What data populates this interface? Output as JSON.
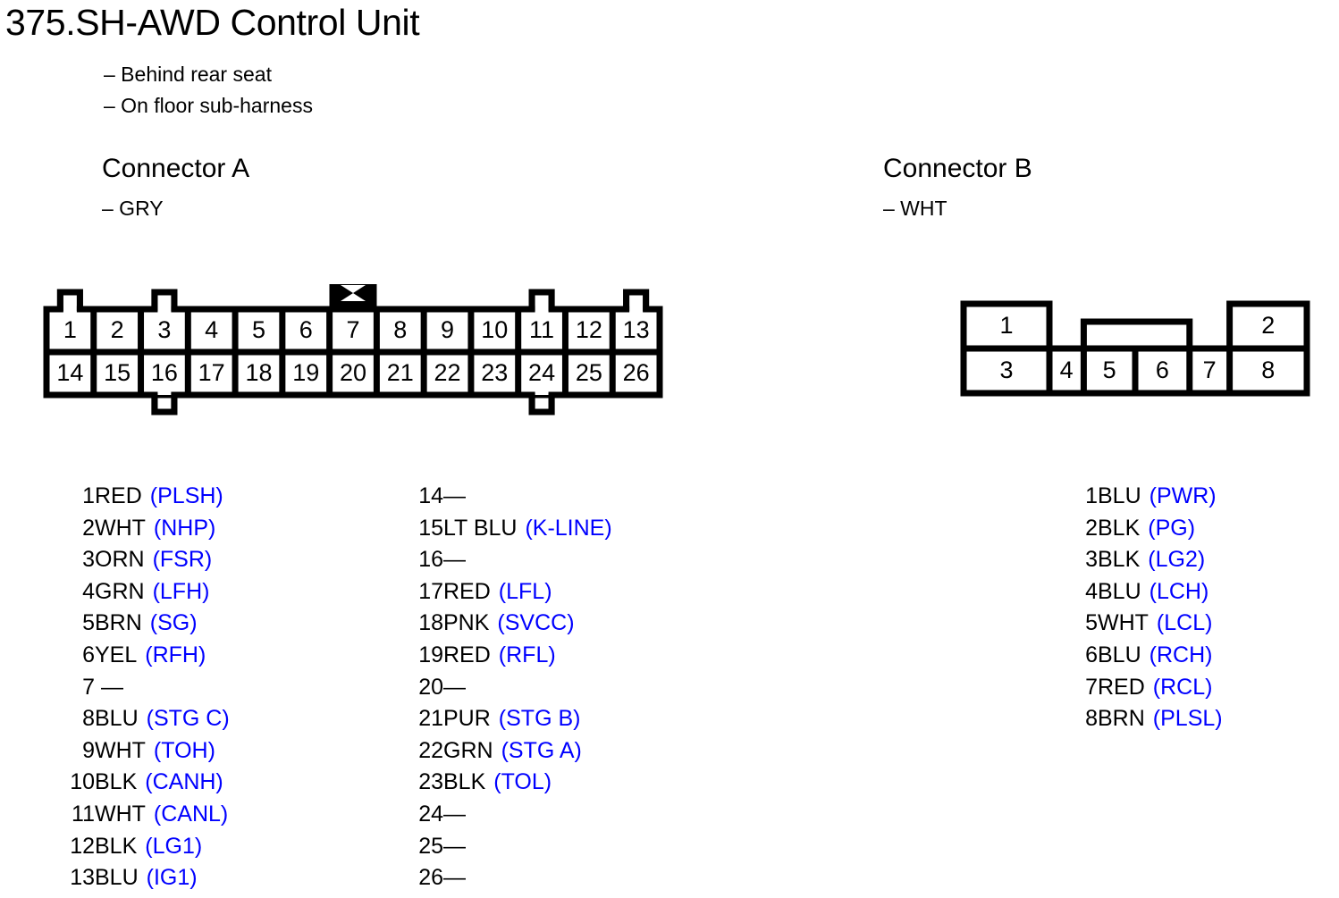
{
  "title": "375.SH-AWD Control Unit",
  "subtitle_lines": [
    "– Behind rear seat",
    "– On floor sub-harness"
  ],
  "colors": {
    "signal_blue": "#0000ff",
    "outline_black": "#000000",
    "background": "#ffffff"
  },
  "connector_a": {
    "heading": "Connector A",
    "subheading": "– GRY",
    "top_row_cells": [
      "1",
      "2",
      "3",
      "4",
      "5",
      "6",
      "7",
      "8",
      "9",
      "10",
      "11",
      "12",
      "13"
    ],
    "bottom_row_cells": [
      "14",
      "15",
      "16",
      "17",
      "18",
      "19",
      "20",
      "21",
      "22",
      "23",
      "24",
      "25",
      "26"
    ],
    "keyed_cell": "7",
    "top_tab_cells": [
      "1",
      "3",
      "11",
      "13"
    ],
    "bottom_tab_cells": [
      "16",
      "24"
    ],
    "pins_column_1": [
      {
        "num": "1",
        "color": "RED",
        "signal": "(PLSH)"
      },
      {
        "num": "2",
        "color": "WHT",
        "signal": "(NHP)"
      },
      {
        "num": "3",
        "color": "ORN",
        "signal": "(FSR)"
      },
      {
        "num": "4",
        "color": "GRN",
        "signal": "(LFH)"
      },
      {
        "num": "5",
        "color": "BRN",
        "signal": "(SG)"
      },
      {
        "num": "6",
        "color": "YEL",
        "signal": "(RFH)"
      },
      {
        "num": "7",
        "color": "",
        "signal": "",
        "dash": " —"
      },
      {
        "num": "8",
        "color": "BLU",
        "signal": "(STG C)"
      },
      {
        "num": "9",
        "color": "WHT",
        "signal": "(TOH)"
      },
      {
        "num": "10",
        "color": "BLK",
        "signal": "(CANH)"
      },
      {
        "num": "11",
        "color": "WHT",
        "signal": "(CANL)"
      },
      {
        "num": "12",
        "color": "BLK",
        "signal": "(LG1)"
      },
      {
        "num": "13",
        "color": "BLU",
        "signal": "(IG1)"
      }
    ],
    "pins_column_2": [
      {
        "num": "14",
        "color": "",
        "signal": "",
        "dash": "—"
      },
      {
        "num": "15",
        "color": "LT BLU",
        "signal": "(K-LINE)"
      },
      {
        "num": "16",
        "color": "",
        "signal": "",
        "dash": "—"
      },
      {
        "num": "17",
        "color": "RED",
        "signal": "(LFL)"
      },
      {
        "num": "18",
        "color": "PNK",
        "signal": "(SVCC)"
      },
      {
        "num": "19",
        "color": "RED",
        "signal": "(RFL)"
      },
      {
        "num": "20",
        "color": "",
        "signal": "",
        "dash": "—"
      },
      {
        "num": "21",
        "color": "PUR",
        "signal": "(STG B)"
      },
      {
        "num": "22",
        "color": "GRN",
        "signal": "(STG A)"
      },
      {
        "num": "23",
        "color": "BLK",
        "signal": "(TOL)"
      },
      {
        "num": "24",
        "color": "",
        "signal": "",
        "dash": "—"
      },
      {
        "num": "25",
        "color": "",
        "signal": "",
        "dash": "—"
      },
      {
        "num": "26",
        "color": "",
        "signal": "",
        "dash": "—"
      }
    ]
  },
  "connector_b": {
    "heading": "Connector B",
    "subheading": "– WHT",
    "top_row_cells": [
      "1",
      "",
      "2"
    ],
    "bottom_row_cells": [
      "3",
      "4",
      "5",
      "6",
      "7",
      "8"
    ],
    "pins": [
      {
        "num": "1",
        "color": "BLU",
        "signal": "(PWR)"
      },
      {
        "num": "2",
        "color": "BLK",
        "signal": "(PG)"
      },
      {
        "num": "3",
        "color": "BLK",
        "signal": "(LG2)"
      },
      {
        "num": "4",
        "color": "BLU",
        "signal": "(LCH)"
      },
      {
        "num": "5",
        "color": "WHT",
        "signal": "(LCL)"
      },
      {
        "num": "6",
        "color": "BLU",
        "signal": "(RCH)"
      },
      {
        "num": "7",
        "color": "RED",
        "signal": "(RCL)"
      },
      {
        "num": "8",
        "color": "BRN",
        "signal": "(PLSL)"
      }
    ]
  }
}
